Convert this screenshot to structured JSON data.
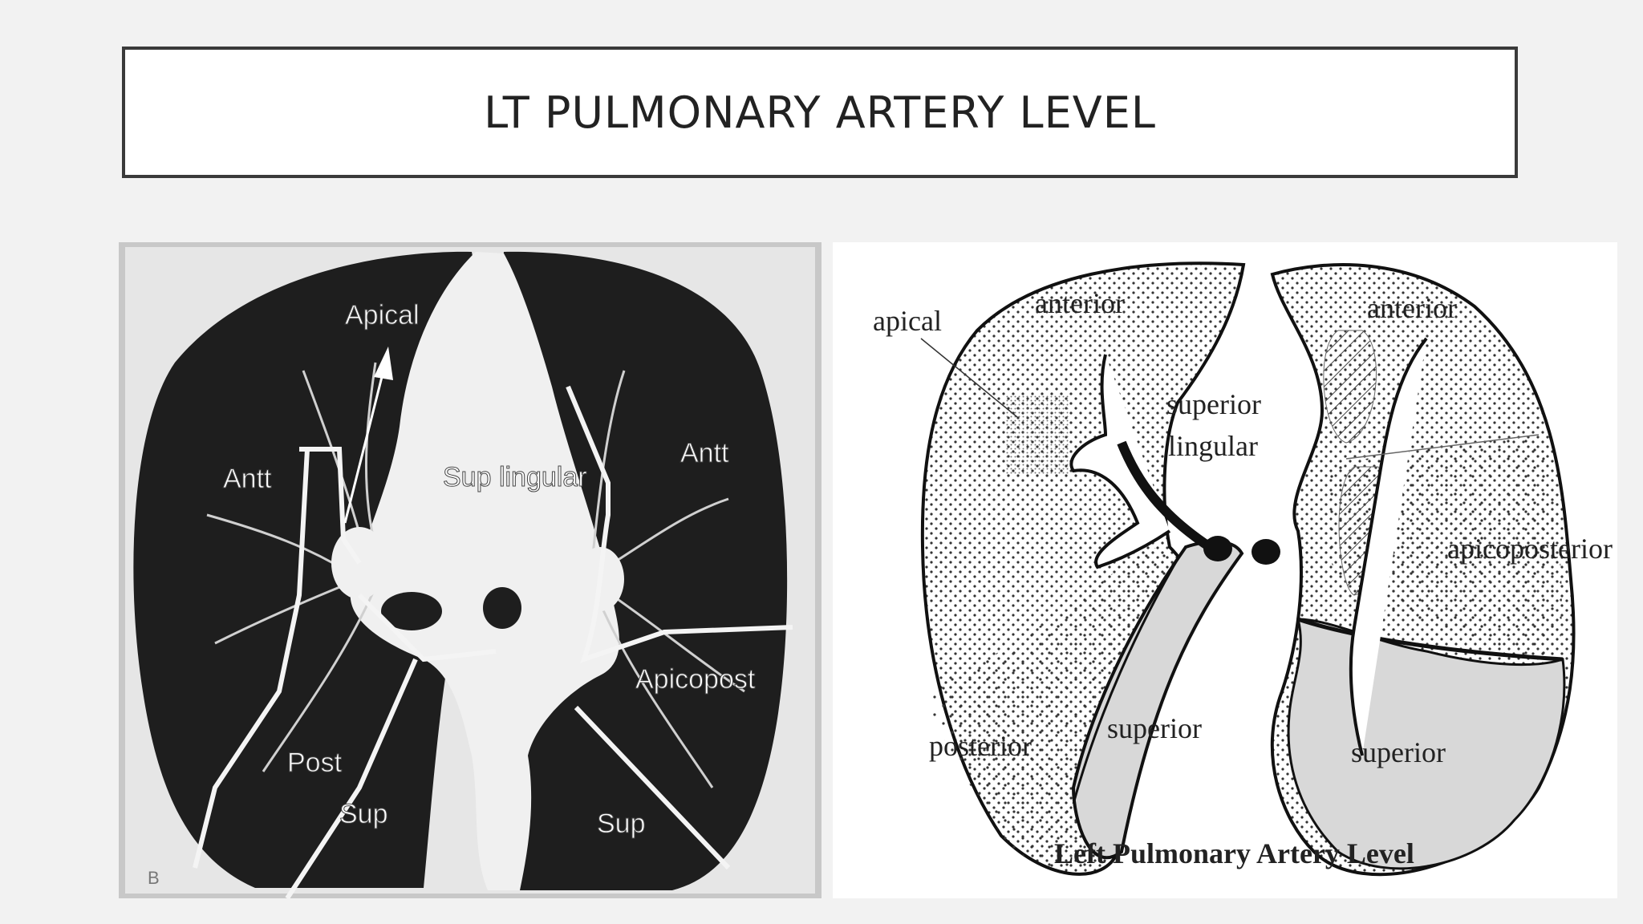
{
  "slide": {
    "title": "LT PULMONARY ARTERY LEVEL"
  },
  "ct_image": {
    "labels": {
      "apical": "Apical",
      "antt_right": "Antt",
      "sup_lingular": "Sup lingular",
      "antt_left": "Antt",
      "apicopost": "Apicopost",
      "post": "Post",
      "sup_right": "Sup",
      "sup_left": "Sup",
      "corner_mark": "B"
    }
  },
  "diagram": {
    "labels": {
      "apical": "apical",
      "anterior_left": "anterior",
      "anterior_right": "anterior",
      "superior_lingular_1": "superior",
      "superior_lingular_2": "lingular",
      "apicoposterior": "apicoposterior",
      "posterior": "posterior",
      "superior_left": "superior",
      "superior_right": "superior"
    },
    "caption": "Left Pulmonary Artery Level"
  }
}
